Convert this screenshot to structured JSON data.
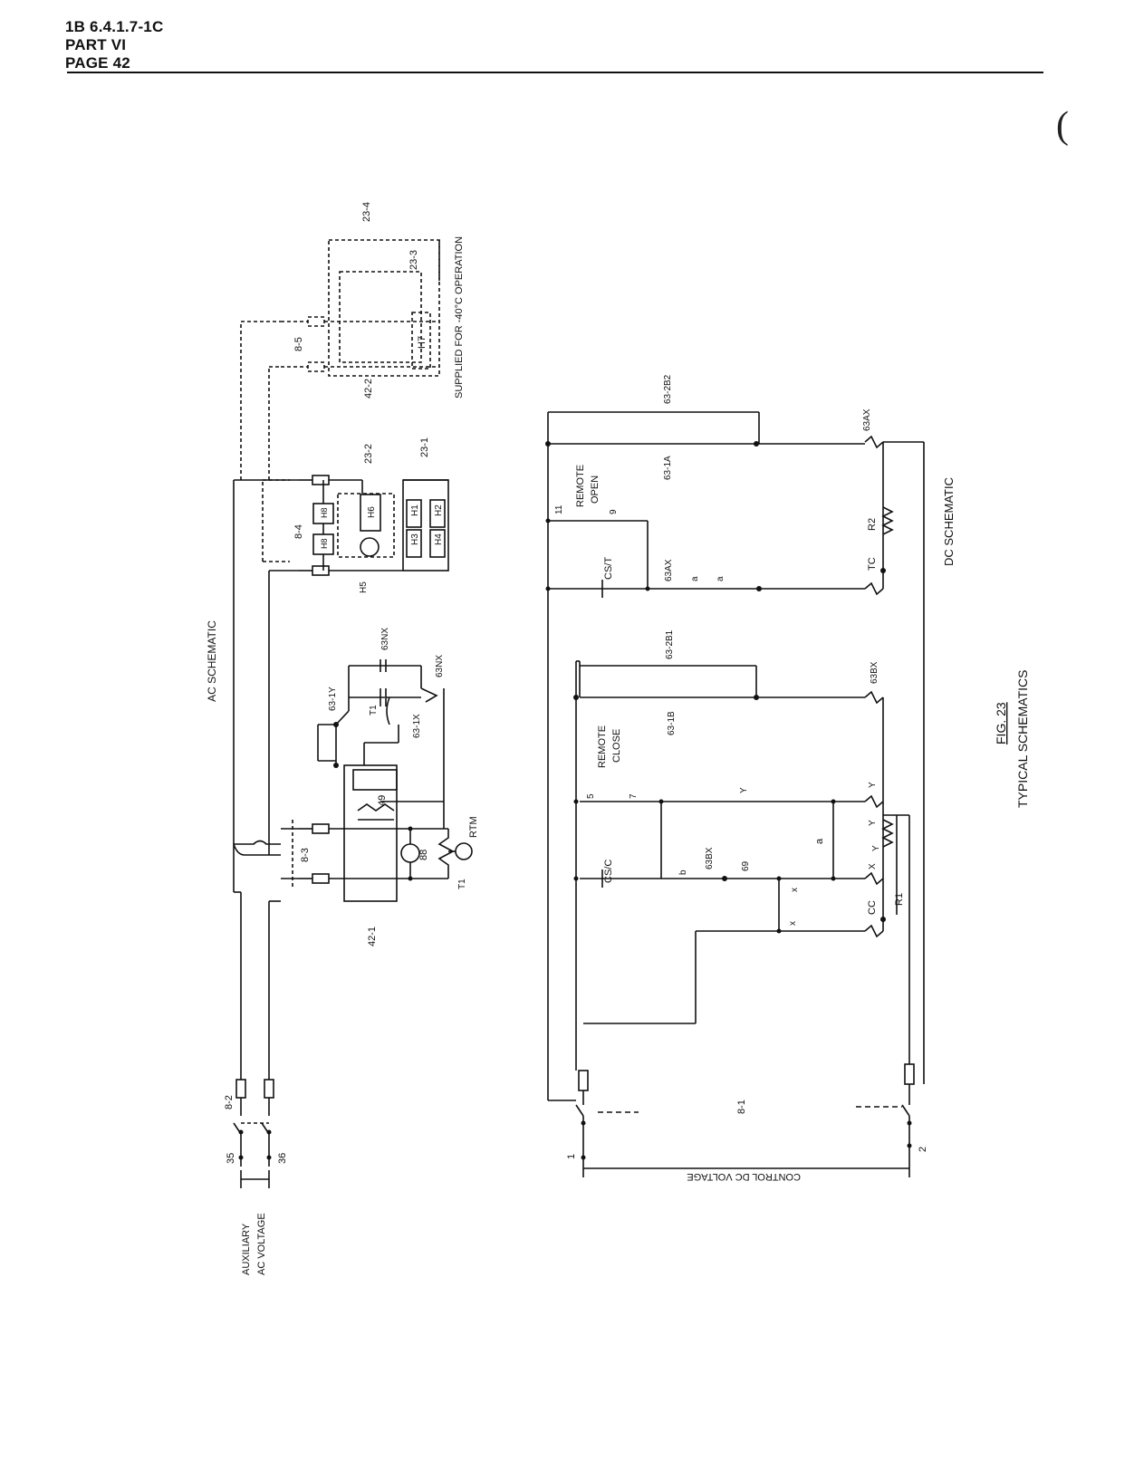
{
  "header": {
    "doc_number": "1B 6.4.1.7-1C",
    "part": "PART VI",
    "page": "PAGE 42"
  },
  "margin_mark": "(",
  "figure": {
    "number": "FIG. 23",
    "title": "TYPICAL SCHEMATICS"
  },
  "ac": {
    "title": "AC SCHEMATIC",
    "supply_label_1": "AUXILIARY",
    "supply_label_2": "AC VOLTAGE",
    "terminal_35": "35",
    "terminal_36": "36",
    "breaker_8_2": "8-2",
    "breaker_8_3": "8-3",
    "breaker_8_4": "8-4",
    "breaker_8_5": "8-5",
    "panel_42_1": "42-1",
    "panel_42_2": "42-2",
    "heater_h1": "H1",
    "heater_h2": "H2",
    "heater_h3": "H3",
    "heater_h4": "H4",
    "heater_h5": "H5",
    "heater_h6": "H6",
    "heater_h7": "H7",
    "heater_h8a": "H8",
    "heater_h8b": "H8",
    "thermostat_23_1": "23-1",
    "thermostat_23_2": "23-2",
    "thermostat_23_3": "23-3",
    "thermostat_23_4": "23-4",
    "relay_49": "49",
    "relay_88": "88",
    "rtm": "RTM",
    "t1_a": "T1",
    "t1_b": "T1",
    "c_63_1y": "63-1Y",
    "c_63_1x": "63-1X",
    "c_63nx_a": "63NX",
    "c_63nx_b": "63NX",
    "supplied_note": "SUPPLIED FOR -40°C OPERATION"
  },
  "dc": {
    "title": "DC SCHEMATIC",
    "supply_label": "CONTROL DC VOLTAGE",
    "terminal_1": "1",
    "terminal_2": "2",
    "breaker_8_1": "8-1",
    "cs_c": "CS/C",
    "cs_t": "CS/T",
    "remote_close_1": "REMOTE",
    "remote_close_2": "CLOSE",
    "remote_open_1": "REMOTE",
    "remote_open_2": "OPEN",
    "t5": "5",
    "t7": "7",
    "t9": "9",
    "t11": "11",
    "c_63_2b1": "63-2B1",
    "c_63_1b": "63-1B",
    "c_63bx": "63BX",
    "c_63_2b2": "63-2B2",
    "c_63_1a": "63-1A",
    "c_63ax_a": "63AX",
    "c_63ax_b": "63AX",
    "c_b": "b",
    "c_63bx_b": "63BX",
    "c_69": "69",
    "c_a1": "a",
    "c_a2": "a",
    "c_a3": "a",
    "c_x1": "x",
    "c_x2": "x",
    "c_y1": "Y",
    "c_y2": "Y",
    "c_y3": "Y",
    "c_y4": "Y",
    "c_x3": "X",
    "cc": "CC",
    "r1": "R1",
    "tc": "TC",
    "r2": "R2"
  }
}
